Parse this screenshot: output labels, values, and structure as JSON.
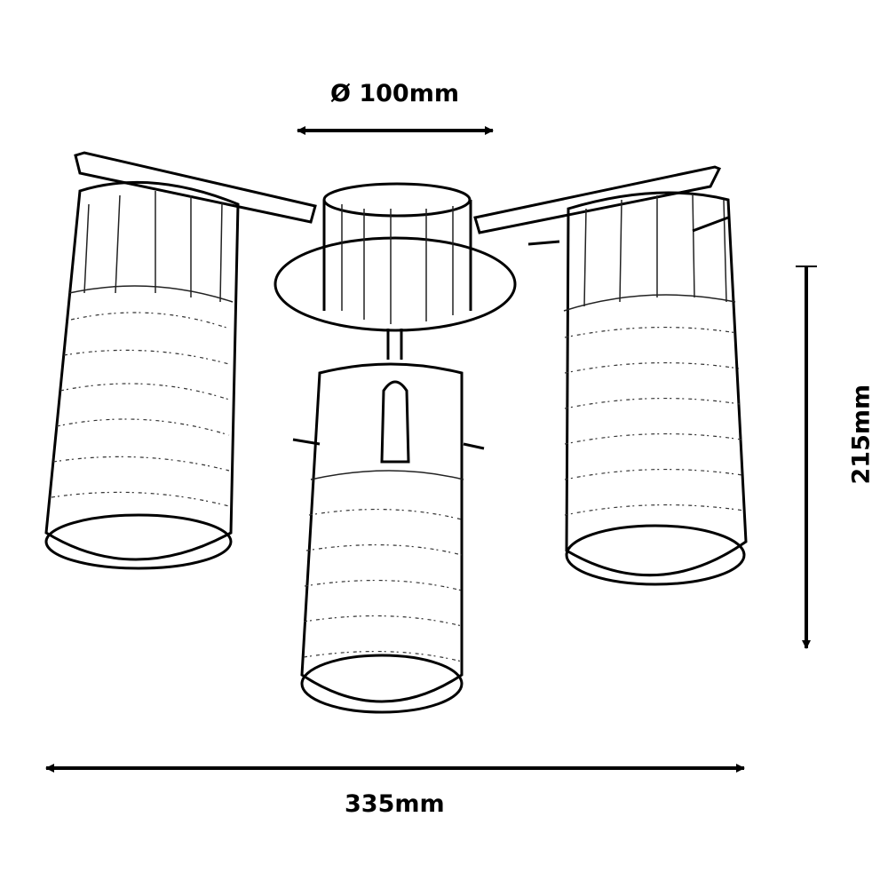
{
  "dimensions": {
    "diameter_label": "Ø 100mm",
    "height_label": "215mm",
    "width_label": "335mm"
  },
  "colors": {
    "line": "#000000",
    "background": "#ffffff"
  }
}
